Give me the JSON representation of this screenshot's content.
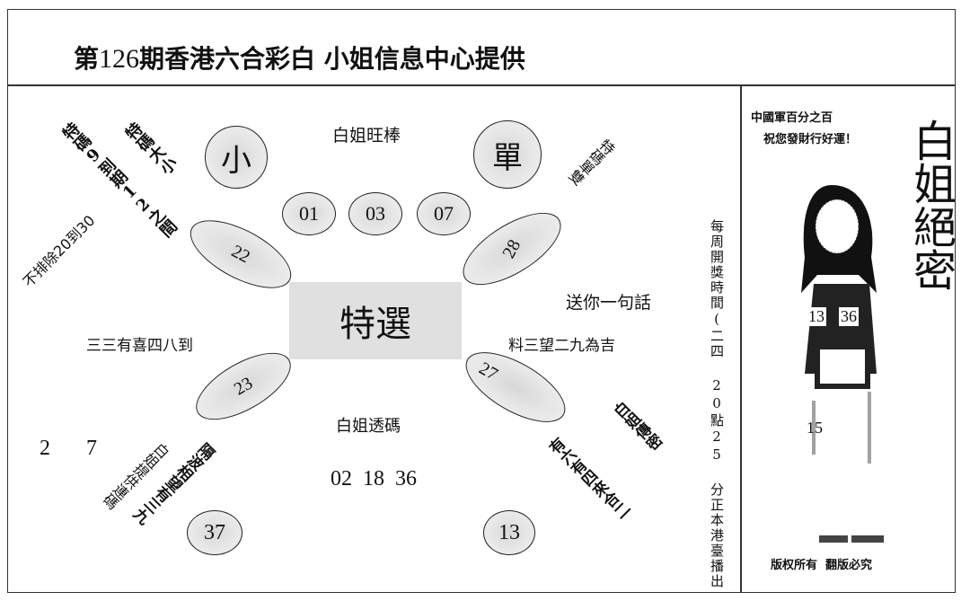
{
  "header": {
    "title_prefix": "第",
    "issue_number": "126",
    "title_suffix": "期香港六合彩白 小姐信息中心提供"
  },
  "main": {
    "top_label": "白姐旺棒",
    "top_numbers": [
      "01",
      "03",
      "07"
    ],
    "big_small_circle": "小",
    "odd_even_circle": "單",
    "center_label": "特選",
    "left_diag_1": "特碼9到期12之間",
    "left_diag_2": "特碼大小",
    "right_diag_top": "特碼單雙",
    "not_exclude": "不排除20到30",
    "left_phrase": "三三有喜四八到",
    "gift_phrase_title": "送你一句話",
    "gift_phrase": "料三望二九為吉",
    "ellipse_numbers": {
      "upper_left": "22",
      "upper_right": "28",
      "lower_left": "23",
      "lower_right": "27"
    },
    "bottom_label": "白姐透碼",
    "bottom_numbers": "02  18  36",
    "left_digits": [
      "2",
      "7"
    ],
    "lower_left_diag_1": "白姐提供連碼",
    "lower_left_diag_2": "隔波相望有三九",
    "lower_left_circle": "37",
    "lower_right_diag_1": "白姐傳密",
    "lower_right_diag_2": "有六有四來合二",
    "lower_right_circle": "13"
  },
  "sidebar": {
    "schedule_vertical": "每周開獎時間(二四 20點25 分正本港臺播出",
    "ad_line_1": "中國軍百分之百",
    "ad_line_2": "祝您發財行好運！",
    "big_title": "白姐絕密",
    "chest_numbers": [
      "13",
      "36"
    ],
    "lower_number": "15",
    "copyright": "版权所有  翻版必究"
  },
  "colors": {
    "ink": "#111111",
    "ellipse_fill": "#e0e0e0",
    "border": "#333333"
  }
}
